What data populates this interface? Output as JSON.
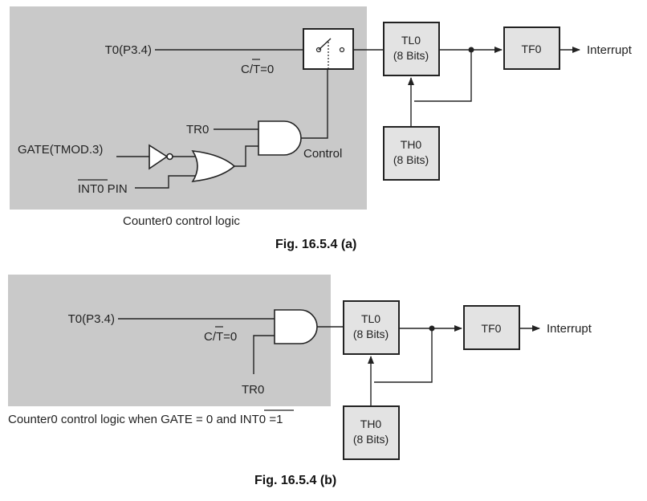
{
  "colors": {
    "panel": "#c9c9c9",
    "block": "#e3e3e3",
    "line": "#222222"
  },
  "figure_a": {
    "input_pin": "T0(P3.4)",
    "ct_label": {
      "prefix": "C/",
      "overbar": "T",
      "suffix": "=0"
    },
    "tr0": "TR0",
    "gate": "GATE(TMOD.3)",
    "int0": {
      "overbar": "INT0",
      "suffix": " PIN"
    },
    "control": "Control",
    "tl0": {
      "name": "TL0",
      "bits": "(8 Bits)"
    },
    "th0": {
      "name": "TH0",
      "bits": "(8 Bits)"
    },
    "tf0": "TF0",
    "interrupt": "Interrupt",
    "panel_caption": "Counter0 control logic",
    "fig_caption": "Fig. 16.5.4 (a)"
  },
  "figure_b": {
    "input_pin": "T0(P3.4)",
    "ct_label": {
      "prefix": "C/",
      "overbar": "T",
      "suffix": "=0"
    },
    "tr0": "TR0",
    "tl0": {
      "name": "TL0",
      "bits": "(8 Bits)"
    },
    "th0": {
      "name": "TH0",
      "bits": "(8 Bits)"
    },
    "tf0": "TF0",
    "interrupt": "Interrupt",
    "panel_caption": {
      "prefix": "Counter0 control logic when GATE = 0 and ",
      "overbar": "INT0",
      "suffix": " =1"
    },
    "fig_caption": "Fig. 16.5.4 (b)"
  }
}
